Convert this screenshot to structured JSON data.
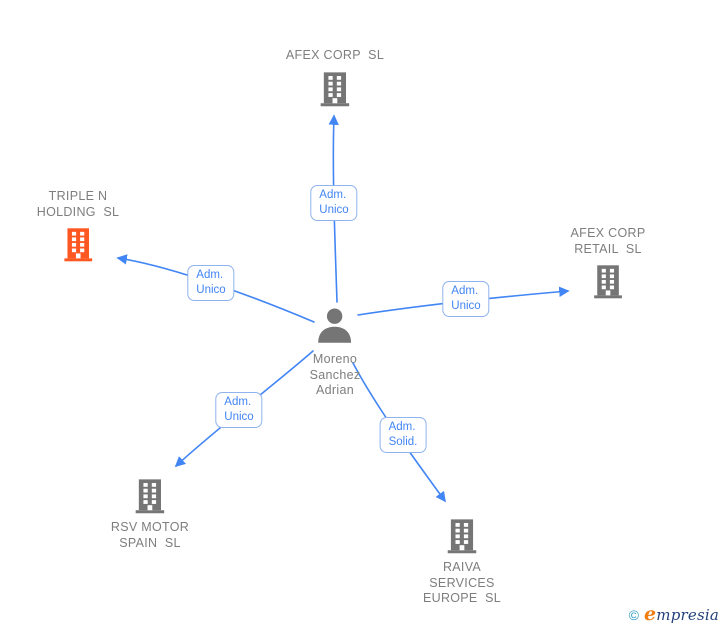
{
  "nodes": {
    "afex_corp": {
      "label": "AFEX CORP  SL"
    },
    "triple_n": {
      "label": "TRIPLE N\nHOLDING  SL"
    },
    "afex_retail": {
      "label": "AFEX CORP\nRETAIL  SL"
    },
    "person": {
      "label": "Moreno\nSanchez\nAdrian"
    },
    "rsv": {
      "label": "RSV MOTOR\nSPAIN  SL"
    },
    "raiva": {
      "label": "RAIVA\nSERVICES\nEUROPE  SL"
    }
  },
  "edges": {
    "to_afex_corp": {
      "label": "Adm.\nUnico"
    },
    "to_triple_n": {
      "label": "Adm.\nUnico"
    },
    "to_afex_retail": {
      "label": "Adm.\nUnico"
    },
    "to_rsv": {
      "label": "Adm.\nUnico"
    },
    "to_raiva": {
      "label": "Adm.\nSolid."
    }
  },
  "colors": {
    "edge_blue": "#4285F4",
    "label_border_blue": "#8fb3ec",
    "company_text_gray": "#7e7e7e",
    "building_gray": "#757575",
    "building_orange": "#FF5722",
    "logo_copyright": "#2e9ac4",
    "logo_orange": "#f07d12",
    "logo_navy": "#25427c"
  },
  "footer": {
    "copyright_symbol": "©",
    "brand_e": "e",
    "brand_rest": "mpresia"
  }
}
